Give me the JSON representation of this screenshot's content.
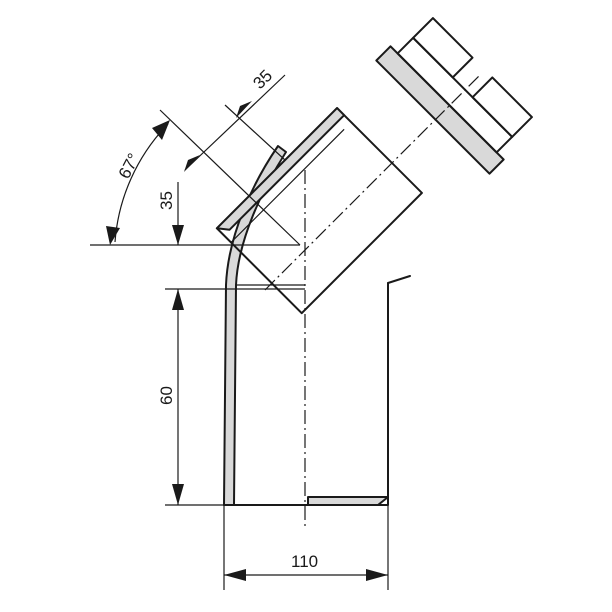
{
  "dimensions": {
    "angle": "67°",
    "socket_depth": "35",
    "offset_height": "35",
    "spigot_length": "60",
    "diameter": "110"
  }
}
